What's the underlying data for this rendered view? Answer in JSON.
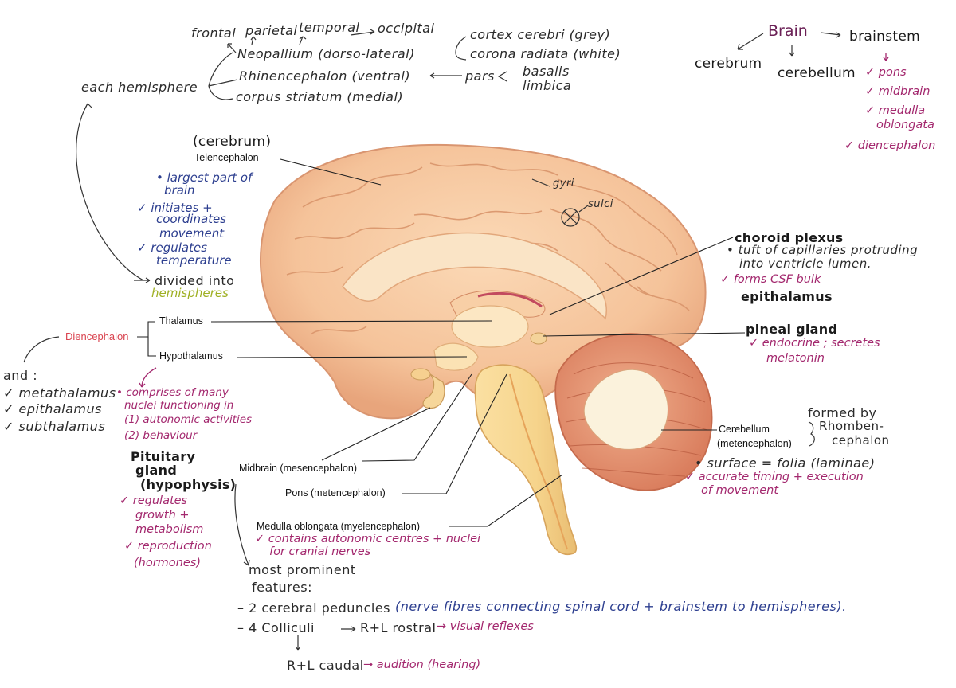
{
  "top_left": {
    "lobes": [
      "frontal",
      "parietal",
      "temporal",
      "occipital"
    ],
    "neopallium": "Neopallium (dorso-lateral)",
    "rhinencephalon": "Rhinencephalon (ventral)",
    "corpus_striatum": "corpus striatum (medial)",
    "each_hemisphere": "each hemisphere",
    "cortex": "cortex cerebri (grey)",
    "corona": "corona radiata (white)",
    "pars": "pars",
    "basalis": "basalis",
    "limbica": "limbica"
  },
  "top_right": {
    "brain": "Brain",
    "cerebrum": "cerebrum",
    "cerebellum": "cerebellum",
    "brainstem": "brainstem",
    "items": [
      "✓ pons",
      "✓ midbrain",
      "✓ medulla",
      "oblongata",
      "✓ diencephalon"
    ]
  },
  "cerebrum": {
    "heading": "(cerebrum)",
    "label": "Telencephalon",
    "notes": [
      "• largest part of",
      "brain",
      "✓ initiates +",
      "coordinates",
      "movement",
      "✓ regulates",
      "temperature"
    ],
    "divided": "divided into",
    "hemispheres": "hemispheres"
  },
  "gyri": "gyri",
  "sulci": "sulci",
  "choroid": {
    "title": "choroid plexus",
    "line1": "• tuft of capillaries protruding",
    "line2": "into ventricle lumen.",
    "line3": "✓ forms CSF bulk",
    "epithalamus": "epithalamus"
  },
  "pineal": {
    "title": "pineal gland",
    "line1": "✓ endocrine ; secretes",
    "line2": "melatonin"
  },
  "diencephalon": {
    "label": "Diencephalon",
    "thalamus": "Thalamus",
    "hypothalamus": "Hypothalamus",
    "and": "and :",
    "list": [
      "✓ metathalamus",
      "✓ epithalamus",
      "✓ subthalamus"
    ],
    "hypo_notes": [
      "• comprises of many",
      "nuclei functioning in",
      "(1) autonomic activities",
      "(2) behaviour"
    ]
  },
  "pituitary": {
    "l1": "Pituitary",
    "l2": "gland",
    "l3": "(hypophysis)",
    "notes": [
      "✓ regulates",
      "growth +",
      "metabolism",
      "✓ reproduction",
      "(hormones)"
    ]
  },
  "midbrain": "Midbrain (mesencephalon)",
  "pons": "Pons (metencephalon)",
  "medulla": {
    "label": "Medulla oblongata (myelencephalon)",
    "n1": "✓ contains autonomic centres + nuclei",
    "n2": "for cranial nerves"
  },
  "cerebellum_box": {
    "label1": "Cerebellum",
    "label2": "(metencephalon)",
    "formed_by": "formed by",
    "rhomb1": "Rhomben-",
    "rhomb2": "cephalon",
    "surface": "• surface = folia (laminae)",
    "acc1": "✓ accurate timing + execution",
    "acc2": "of movement"
  },
  "features": {
    "l1": "most prominent",
    "l2": "features:",
    "peduncles_a": "– 2 cerebral peduncles",
    "peduncles_b": "(nerve fibres connecting spinal cord + brainstem to hemispheres).",
    "colliculi_a": "– 4  Colliculi",
    "colliculi_b": "R+L rostral",
    "colliculi_c": "→ visual reflexes",
    "caudal_a": "R+L caudal",
    "caudal_b": "→ audition (hearing)"
  }
}
